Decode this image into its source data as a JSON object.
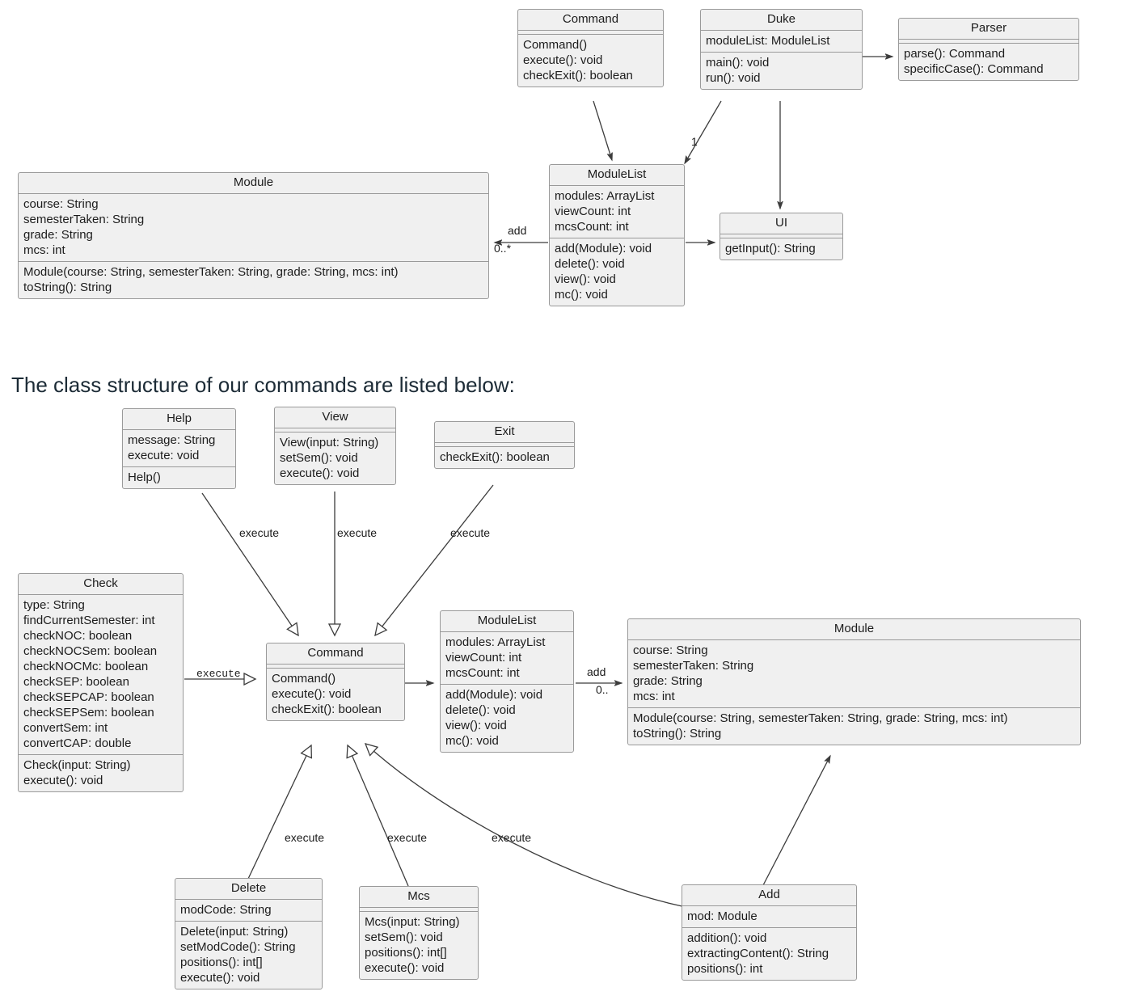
{
  "page": {
    "background": "#ffffff",
    "box_fill": "#f0f0f0",
    "box_border": "#9a9a9a",
    "text_color": "#1c1c1c",
    "heading_color": "#1c2b36",
    "edge_color": "#3c3c3c"
  },
  "section_note": "The class structure of our commands are listed below:",
  "diagram_top": {
    "classes": [
      {
        "id": "command-top",
        "name": "Command",
        "attributes": [],
        "methods": [
          "Command()",
          "execute(): void",
          "checkExit(): boolean"
        ]
      },
      {
        "id": "duke",
        "name": "Duke",
        "attributes": [
          "moduleList: ModuleList"
        ],
        "methods": [
          "main(): void",
          "run(): void"
        ]
      },
      {
        "id": "parser",
        "name": "Parser",
        "attributes": [],
        "methods": [
          "parse(): Command",
          "specificCase(): Command"
        ]
      },
      {
        "id": "module-top",
        "name": "Module",
        "attributes": [
          "course: String",
          "semesterTaken: String",
          "grade: String",
          "mcs: int"
        ],
        "methods": [
          "Module(course: String, semesterTaken: String, grade: String, mcs: int)",
          "toString(): String"
        ]
      },
      {
        "id": "modulelist-top",
        "name": "ModuleList",
        "attributes": [
          "modules: ArrayList",
          "viewCount: int",
          "mcsCount: int"
        ],
        "methods": [
          "add(Module): void",
          "delete(): void",
          "view(): void",
          "mc(): void"
        ]
      },
      {
        "id": "ui",
        "name": "UI",
        "attributes": [],
        "methods": [
          "getInput(): String"
        ]
      }
    ],
    "edge_labels": [
      {
        "id": "duke-modulelist-mult",
        "text": "1"
      },
      {
        "id": "modulelist-module-role",
        "text": "add"
      },
      {
        "id": "modulelist-module-mult",
        "text": "0..*"
      }
    ]
  },
  "diagram_bottom": {
    "classes": [
      {
        "id": "help",
        "name": "Help",
        "attributes": [
          "message: String",
          "execute: void"
        ],
        "methods": [
          "Help()"
        ]
      },
      {
        "id": "view",
        "name": "View",
        "attributes": [],
        "methods": [
          "View(input: String)",
          "setSem(): void",
          "execute(): void"
        ]
      },
      {
        "id": "exit",
        "name": "Exit",
        "attributes": [],
        "methods": [
          "checkExit(): boolean"
        ]
      },
      {
        "id": "check",
        "name": "Check",
        "attributes": [
          "type: String",
          "findCurrentSemester: int",
          "checkNOC: boolean",
          "checkNOCSem: boolean",
          "checkNOCMc: boolean",
          "checkSEP: boolean",
          "checkSEPCAP: boolean",
          "checkSEPSem: boolean",
          "convertSem: int",
          "convertCAP: double"
        ],
        "methods": [
          "Check(input: String)",
          "execute(): void"
        ]
      },
      {
        "id": "command-bottom",
        "name": "Command",
        "attributes": [],
        "methods": [
          "Command()",
          "execute(): void",
          "checkExit(): boolean"
        ]
      },
      {
        "id": "modulelist-bottom",
        "name": "ModuleList",
        "attributes": [
          "modules: ArrayList",
          "viewCount: int",
          "mcsCount: int"
        ],
        "methods": [
          "add(Module): void",
          "delete(): void",
          "view(): void",
          "mc(): void"
        ]
      },
      {
        "id": "module-bottom",
        "name": "Module",
        "attributes": [
          "course: String",
          "semesterTaken: String",
          "grade: String",
          "mcs: int"
        ],
        "methods": [
          "Module(course: String, semesterTaken: String, grade: String, mcs: int)",
          "toString(): String"
        ]
      },
      {
        "id": "delete",
        "name": "Delete",
        "attributes": [
          "modCode: String"
        ],
        "methods": [
          "Delete(input: String)",
          "setModCode(): String",
          "positions(): int[]",
          "execute(): void"
        ]
      },
      {
        "id": "mcs",
        "name": "Mcs",
        "attributes": [],
        "methods": [
          "Mcs(input: String)",
          "setSem(): void",
          "positions(): int[]",
          "execute(): void"
        ]
      },
      {
        "id": "add",
        "name": "Add",
        "attributes": [
          "mod: Module"
        ],
        "methods": [
          "addition(): void",
          "extractingContent(): String",
          "positions(): int"
        ]
      }
    ],
    "edge_labels": [
      {
        "id": "help-command",
        "text": "execute"
      },
      {
        "id": "view-command",
        "text": "execute"
      },
      {
        "id": "exit-command",
        "text": "execute"
      },
      {
        "id": "check-command",
        "text": "execute"
      },
      {
        "id": "delete-command",
        "text": "execute"
      },
      {
        "id": "mcs-command",
        "text": "execute"
      },
      {
        "id": "add-module",
        "text": "execute"
      },
      {
        "id": "modulelist-module-role",
        "text": "add"
      },
      {
        "id": "modulelist-module-mult",
        "text": "0.."
      }
    ]
  }
}
